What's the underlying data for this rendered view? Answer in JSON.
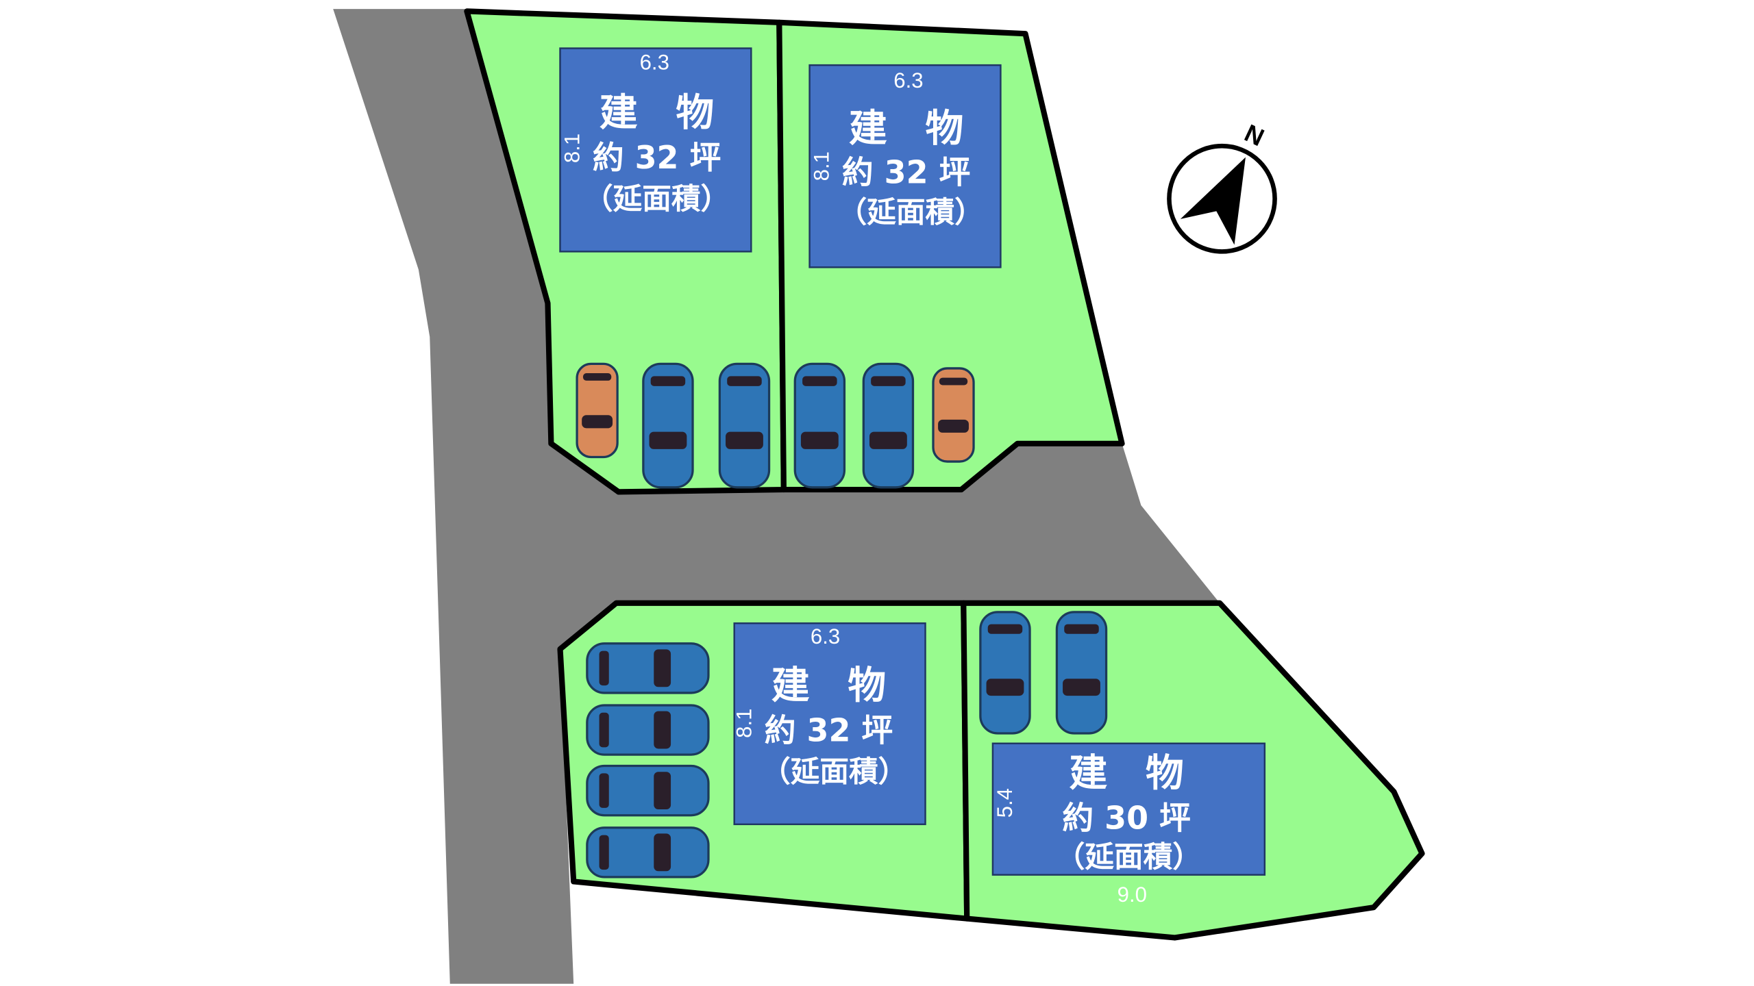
{
  "site_plan": {
    "colors": {
      "road": "#808080",
      "lot": "#98fb8e",
      "building": "#4472c4",
      "car_blue": "#2e75b6",
      "car_orange": "#d98a5a"
    },
    "compass_label": "N",
    "buildings": [
      {
        "title": "建　物",
        "area": "約 32 坪",
        "note": "（延面積）",
        "width_dim": "6.3",
        "depth_dim": "8.1"
      },
      {
        "title": "建　物",
        "area": "約 32 坪",
        "note": "（延面積）",
        "width_dim": "6.3",
        "depth_dim": "8.1"
      },
      {
        "title": "建　物",
        "area": "約 32 坪",
        "note": "（延面積）",
        "width_dim": "6.3",
        "depth_dim": "8.1"
      },
      {
        "title": "建　物",
        "area": "約 30 坪",
        "note": "（延面積）",
        "width_dim": "9.0",
        "depth_dim": "5.4"
      }
    ]
  }
}
